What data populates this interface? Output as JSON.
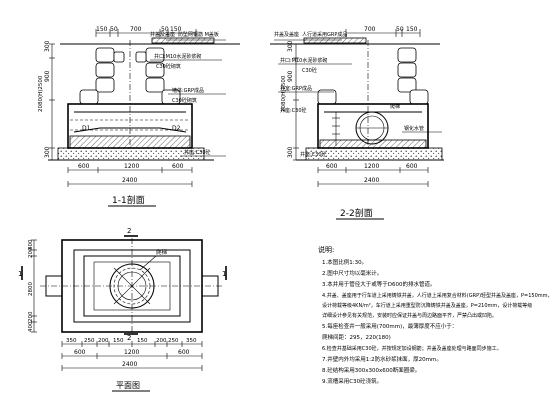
{
  "view1": {
    "title": "1-1剖面",
    "top_dims": [
      "150",
      "50",
      "700",
      "50",
      "150"
    ],
    "bottom_dims": [
      "600",
      "1200",
      "600"
    ],
    "total_width": "2400",
    "left_dims": [
      "300",
      "900",
      "2080(H)2500",
      "300"
    ],
    "labels": {
      "top_right": "井盖及盖座",
      "top_right_note": "防坠网钢筋 M盖板",
      "ring": "井口:M10水泥砂浆砌",
      "ring2": "C30砼砌筑",
      "body": "墙体:GRP成品",
      "body2": "C30砼砌筑",
      "base": "井座:C30砼",
      "d1": "D1",
      "d2": "D2"
    }
  },
  "view2": {
    "title": "2-2剖面",
    "top_dims": [
      "700",
      "50",
      "150"
    ],
    "bottom_dims": [
      "600",
      "1200",
      "600"
    ],
    "total_width": "2400",
    "left_dims": [
      "300",
      "900",
      "2080(H)2500",
      "300"
    ],
    "labels": {
      "top_left": "井盖及盖座",
      "top_left_note": "人行道采用GRP成品",
      "ring": "井口:M10水泥砂浆砌",
      "ring2": "C30砼",
      "body": "井室:GRP成品",
      "base": "井座:C30砼",
      "ladder": "爬梯",
      "pipe": "钢化水管",
      "base_fill": "井座:C30砼"
    }
  },
  "plan": {
    "title": "平面图",
    "annotation": "爬梯",
    "bottom_dims": [
      "350",
      "250",
      "200",
      "150",
      "150",
      "200",
      "250",
      "350"
    ],
    "bottom_dims2": [
      "600",
      "1200",
      "600"
    ],
    "total_width": "2400",
    "left_dims": [
      "400",
      "200",
      "2800",
      "200",
      "400"
    ],
    "section_marks": [
      "2",
      "2",
      "1",
      "1"
    ]
  },
  "notes": {
    "heading": "说明:",
    "items": [
      "1.本图比例1:30。",
      "2.图中尺寸均以毫米计。",
      "3.本井用于管径大于或等于D600的排水管道。",
      "4.井盖、盖座用于行车道上采用铸铁井盖，人行道上采用复合材料(GRP)轻型井盖及盖座，P=150mm，",
      "  设计荷载等级4KN/m²，车行道上采用重型防沉降铸铁井盖及盖座，P=210mm，设计荷载等级",
      "  详细设计参见有关规范，安装时应保证井盖与周边路面平齐，严禁凸出或凹陷。",
      "5.每座检查井一般采用(700mm)，最薄厚度不应小于：",
      "  爬梯间距：295，220(180)",
      "6.检查井基础采用C30砼，并按规定加设钢筋；井盖及盖座处理与路面同步施工。",
      "7.井壁内外均采用1:2防水砂浆抹面，厚20mm。",
      "8.砼结构采用300x300x600断面圈梁。",
      "9.流槽采用C30砼浇筑。"
    ]
  }
}
